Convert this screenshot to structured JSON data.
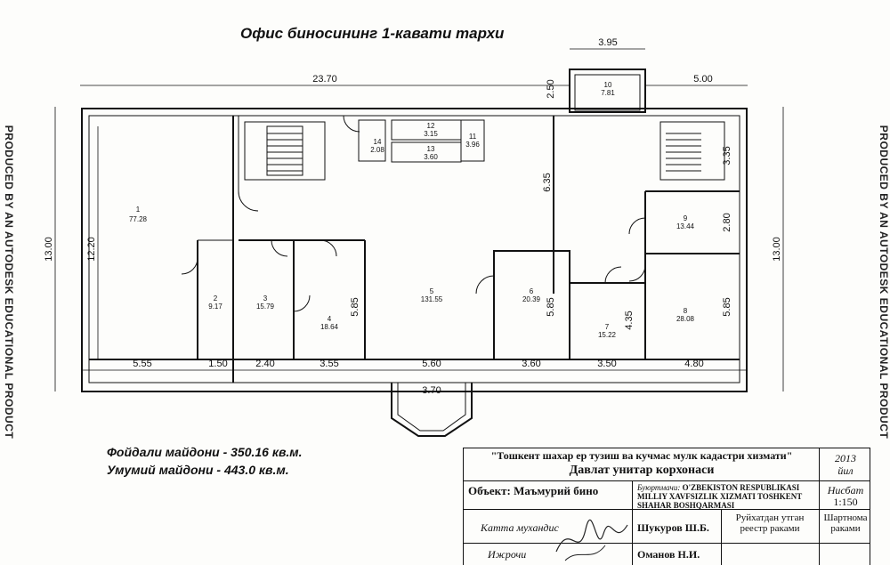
{
  "title": "Офис биносининг 1-кавати тархи",
  "watermark": "PRODUCED BY AN AUTODESK EDUCATIONAL PRODUCT",
  "dimensions": {
    "top_total": "23.70",
    "annex_width": "3.95",
    "annex_depth": "2.50",
    "right_top": "5.00",
    "left_height": "13.00",
    "right_height": "13.00",
    "inner_left": "12.20",
    "stair_right": "3.35",
    "corridor": "6.35",
    "room9_h": "2.80",
    "room8_h": "5.85",
    "room4_h": "5.85",
    "room6_h": "5.85",
    "room7_h": "4.35",
    "entrance": "3.70",
    "bottom": [
      "5.55",
      "1.50",
      "2.40",
      "3.55",
      "5.60",
      "3.60",
      "3.50",
      "4.80"
    ]
  },
  "rooms": [
    {
      "no": "1",
      "area": "77.28"
    },
    {
      "no": "2",
      "area": "9.17"
    },
    {
      "no": "3",
      "area": "15.79"
    },
    {
      "no": "4",
      "area": "18.64"
    },
    {
      "no": "5",
      "area": "131.55"
    },
    {
      "no": "6",
      "area": "20.39"
    },
    {
      "no": "7",
      "area": "15.22"
    },
    {
      "no": "8",
      "area": "28.08"
    },
    {
      "no": "9",
      "area": "13.44"
    },
    {
      "no": "10",
      "area": "7.81"
    },
    {
      "no": "11",
      "area": "3.96"
    },
    {
      "no": "12",
      "area": "3.15"
    },
    {
      "no": "13",
      "area": "3.60"
    },
    {
      "no": "14",
      "area": "2.08"
    }
  ],
  "summary": {
    "useful": "Фойдали майдони - 350.16 кв.м.",
    "total": "Умумий  майдони - 443.0 кв.м."
  },
  "titleblock": {
    "org1": "\"Тошкент шахар ер тузиш ва кучмас мулк кадастри хизмати\"",
    "org2": "Давлат унитар корхонаси",
    "year": "2013",
    "year_label": "йил",
    "object": "Объект: Маъмурий бино",
    "customer_label": "Буюртмачи:",
    "customer": "O'ZBEKISTON RESPUBLIKASI MILLIY XAVFSIZLIK XIZMATI TOSHKENT SHAHAR BOSHQARMASI",
    "scale_label": "Нисбат",
    "scale": "1:150",
    "engineer_label": "Катта мухандис",
    "engineer": "Шукуров Ш.Б.",
    "executor_label": "Ижрочи",
    "executor": "Оманов Н.И.",
    "registry": "Руйхатдан утган реестр раками",
    "contract": "Шартнома раками"
  }
}
